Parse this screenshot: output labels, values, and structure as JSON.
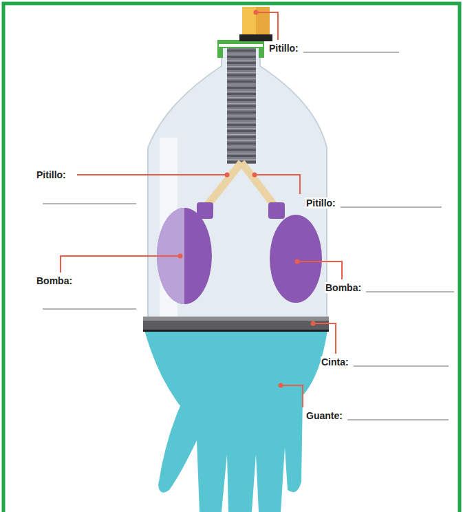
{
  "diagram": {
    "labels": [
      "Pitillo:",
      "Pitillo:",
      "Pitillo:",
      "Bomba:",
      "Bomba:",
      "Cinta:",
      "Guante:"
    ]
  }
}
